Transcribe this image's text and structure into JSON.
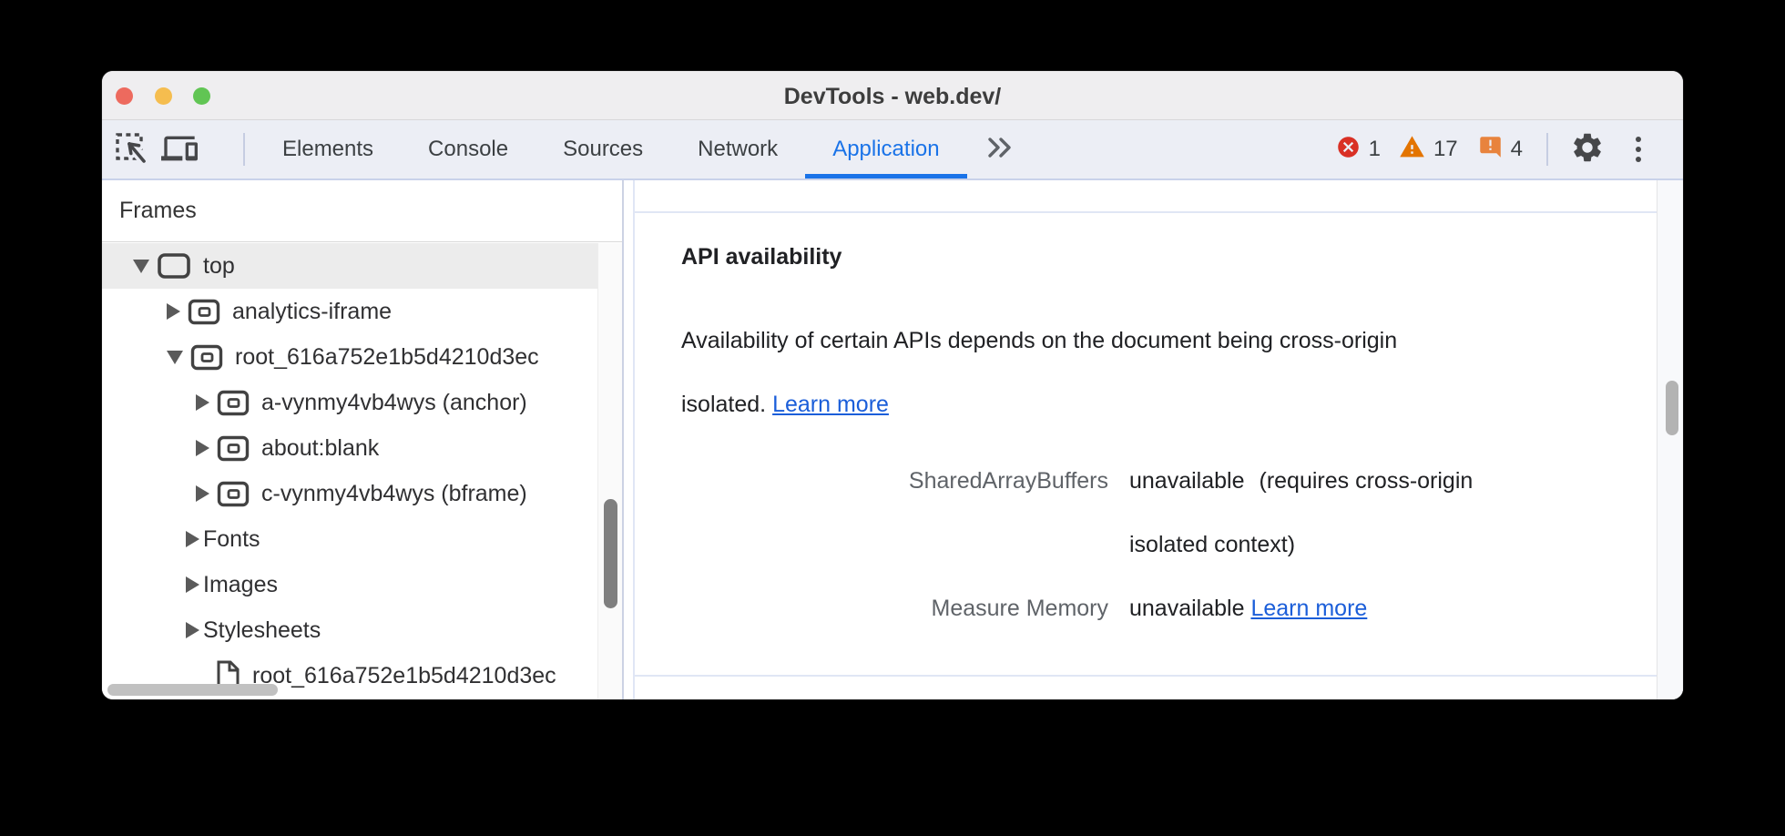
{
  "window": {
    "title": "DevTools - web.dev/"
  },
  "toolbar": {
    "tabs": [
      {
        "label": "Elements",
        "selected": false
      },
      {
        "label": "Console",
        "selected": false
      },
      {
        "label": "Sources",
        "selected": false
      },
      {
        "label": "Network",
        "selected": false
      },
      {
        "label": "Application",
        "selected": true
      }
    ],
    "status": {
      "errors": "1",
      "warnings": "17",
      "issues": "4"
    },
    "icons": [
      "inspect-icon",
      "device-toolbar-icon",
      "more-tabs-icon",
      "error-icon",
      "warning-icon",
      "issues-icon",
      "gear-icon",
      "kebab-menu-icon"
    ]
  },
  "sidebar": {
    "header": "Frames",
    "tree": [
      {
        "label": "top"
      },
      {
        "label": "analytics-iframe"
      },
      {
        "label": "root_616a752e1b5d4210d3ec"
      },
      {
        "label": "a-vynmy4vb4wys (anchor)"
      },
      {
        "label": "about:blank"
      },
      {
        "label": "c-vynmy4vb4wys (bframe)"
      },
      {
        "label": "Fonts"
      },
      {
        "label": "Images"
      },
      {
        "label": "Stylesheets"
      },
      {
        "label": "root_616a752e1b5d4210d3ec"
      }
    ]
  },
  "main": {
    "section_title": "API availability",
    "desc_line1": "Availability of certain APIs depends on the document being cross-origin",
    "desc_line2": "isolated.",
    "desc_link": "Learn more",
    "rows": [
      {
        "label": "SharedArrayBuffers",
        "status": "unavailable",
        "note_line1": "(requires cross-origin",
        "note_line2": "isolated context)"
      },
      {
        "label": "Measure Memory",
        "status": "unavailable",
        "link": "Learn more"
      }
    ]
  },
  "colors": {
    "accent": "#1a73e8",
    "error": "#d93025",
    "warning": "#e37400",
    "issues": "#e8833d",
    "link": "#1b5ed9"
  }
}
